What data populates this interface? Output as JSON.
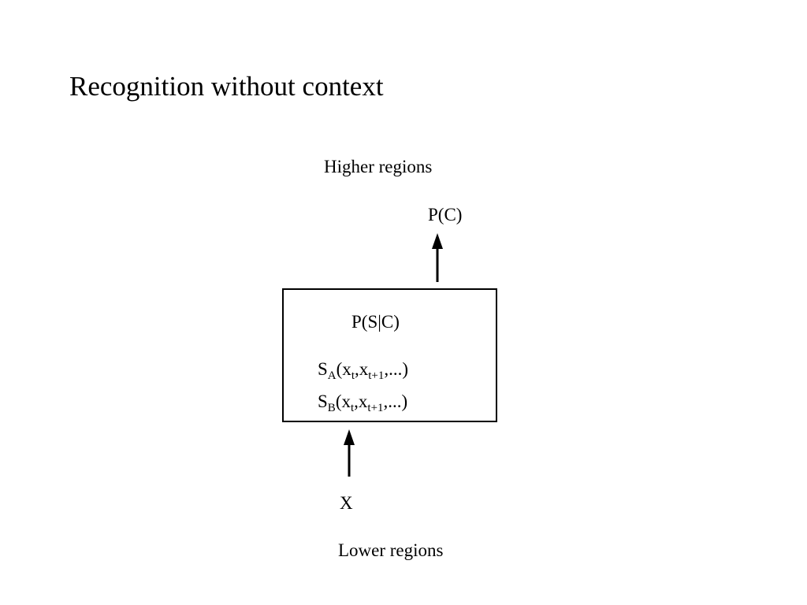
{
  "slide": {
    "title": "Recognition without context"
  },
  "diagram": {
    "higher_regions": "Higher regions",
    "output_prob": "P(C)",
    "box": {
      "conditional_prob": "P(S|C)",
      "state_a": {
        "symbol": "S",
        "subscript": "A",
        "open": "(x",
        "sub1": "t",
        "mid": ",x",
        "sub2": "t+1",
        "close": ",...)"
      },
      "state_b": {
        "symbol": "S",
        "subscript": "B",
        "open": "(x",
        "sub1": "t",
        "mid": ",x",
        "sub2": "t+1",
        "close": ",...)"
      }
    },
    "input_label": "X",
    "lower_regions": "Lower regions"
  }
}
